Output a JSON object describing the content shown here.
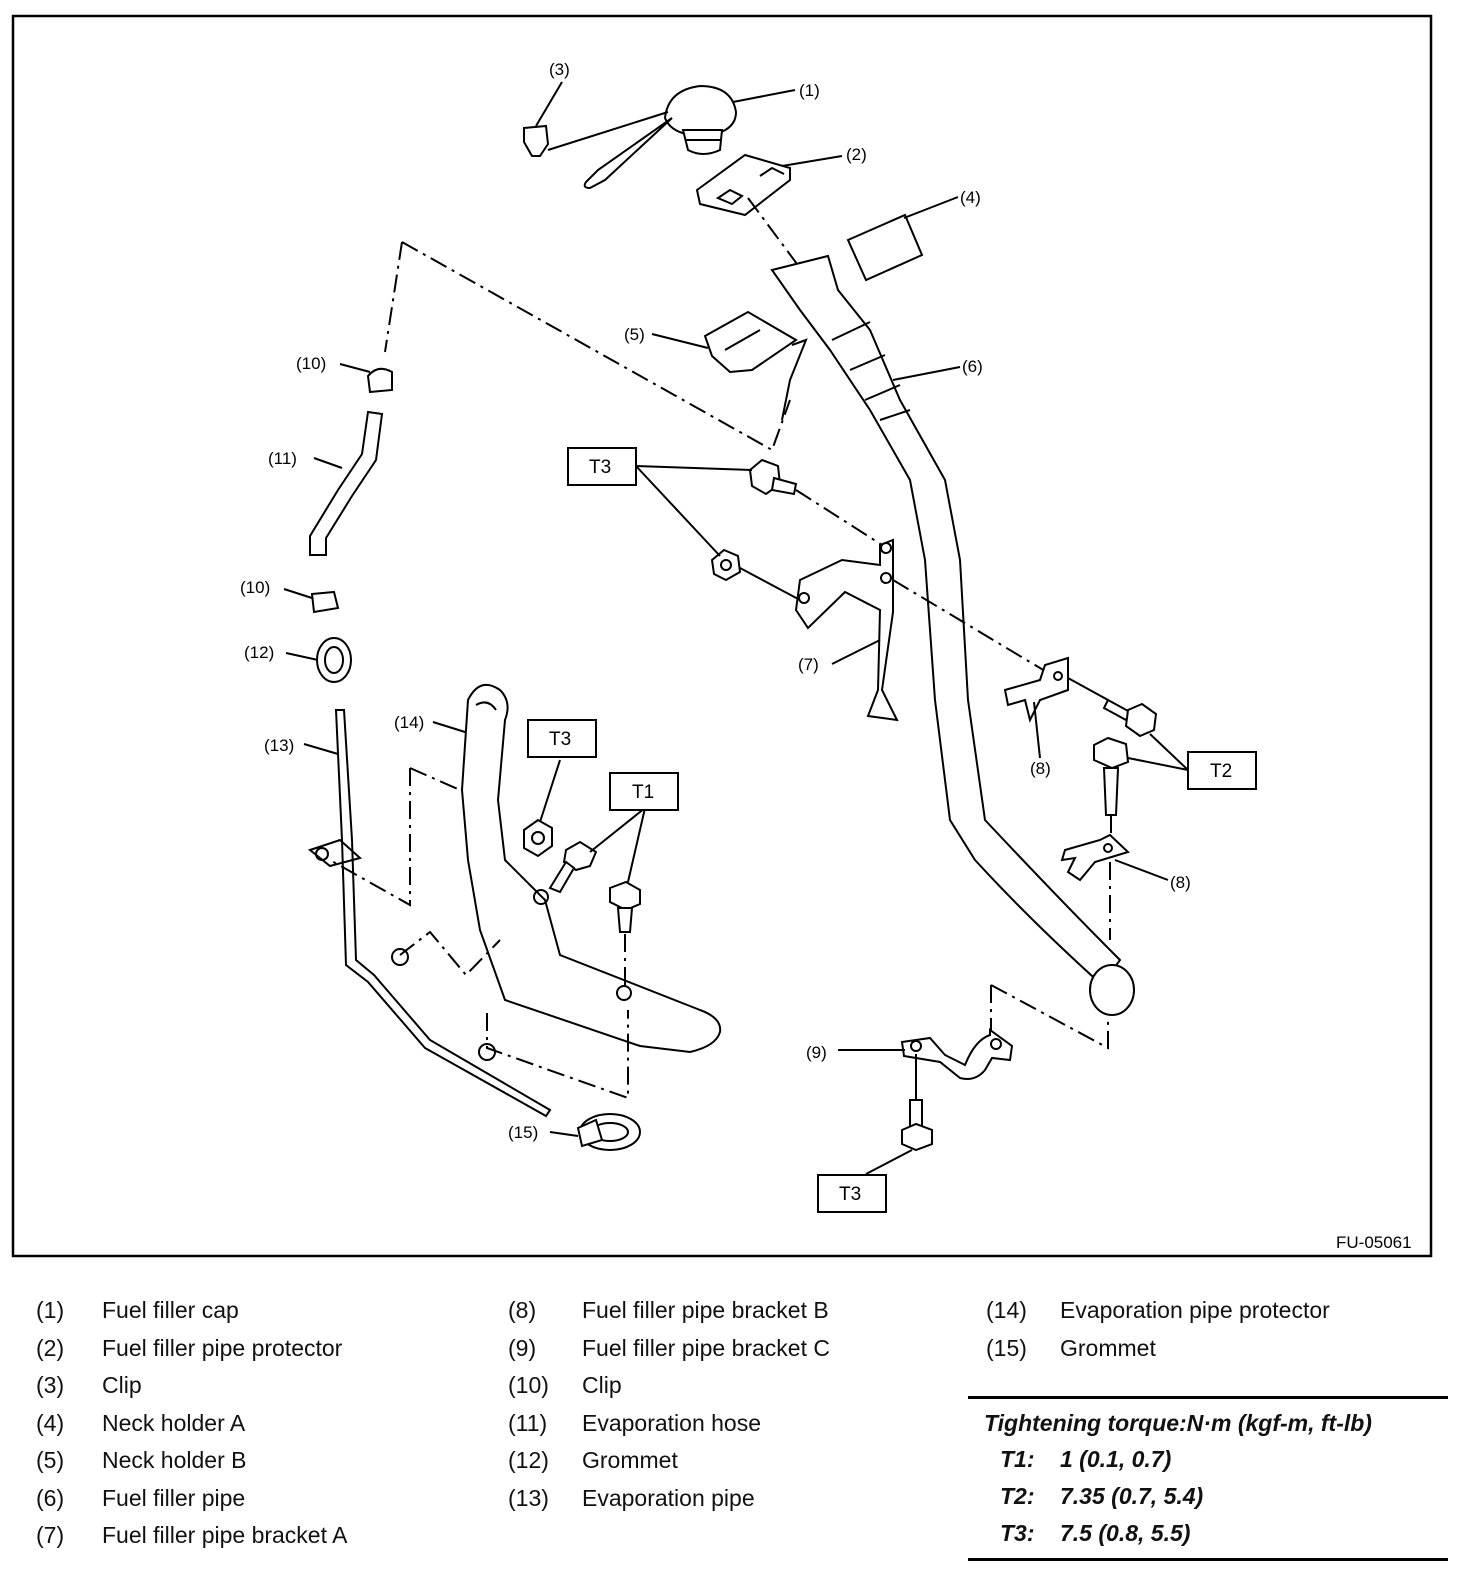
{
  "figure_id": "FU-05061",
  "callouts": {
    "c1": "(1)",
    "c2": "(2)",
    "c3": "(3)",
    "c4": "(4)",
    "c5": "(5)",
    "c6": "(6)",
    "c7": "(7)",
    "c8": "(8)",
    "c9": "(9)",
    "c10": "(10)",
    "c11": "(11)",
    "c12": "(12)",
    "c13": "(13)",
    "c14": "(14)",
    "c15": "(15)"
  },
  "torque_tags": {
    "t1": "T1",
    "t2": "T2",
    "t3": "T3"
  },
  "legend": [
    {
      "num": "(1)",
      "name": "Fuel filler cap"
    },
    {
      "num": "(2)",
      "name": "Fuel filler pipe protector"
    },
    {
      "num": "(3)",
      "name": "Clip"
    },
    {
      "num": "(4)",
      "name": "Neck holder A"
    },
    {
      "num": "(5)",
      "name": "Neck holder B"
    },
    {
      "num": "(6)",
      "name": "Fuel filler pipe"
    },
    {
      "num": "(7)",
      "name": "Fuel filler pipe bracket A"
    },
    {
      "num": "(8)",
      "name": "Fuel filler pipe bracket B"
    },
    {
      "num": "(9)",
      "name": "Fuel filler pipe bracket C"
    },
    {
      "num": "(10)",
      "name": "Clip"
    },
    {
      "num": "(11)",
      "name": "Evaporation hose"
    },
    {
      "num": "(12)",
      "name": "Grommet"
    },
    {
      "num": "(13)",
      "name": "Evaporation pipe"
    },
    {
      "num": "(14)",
      "name": "Evaporation pipe protector"
    },
    {
      "num": "(15)",
      "name": "Grommet"
    }
  ],
  "torque_table": {
    "title": "Tightening torque:N·m (kgf-m, ft-lb)",
    "rows": [
      {
        "key": "T1:",
        "value": "1 (0.1, 0.7)"
      },
      {
        "key": "T2:",
        "value": "7.35 (0.7, 5.4)"
      },
      {
        "key": "T3:",
        "value": "7.5 (0.8, 5.5)"
      }
    ]
  }
}
